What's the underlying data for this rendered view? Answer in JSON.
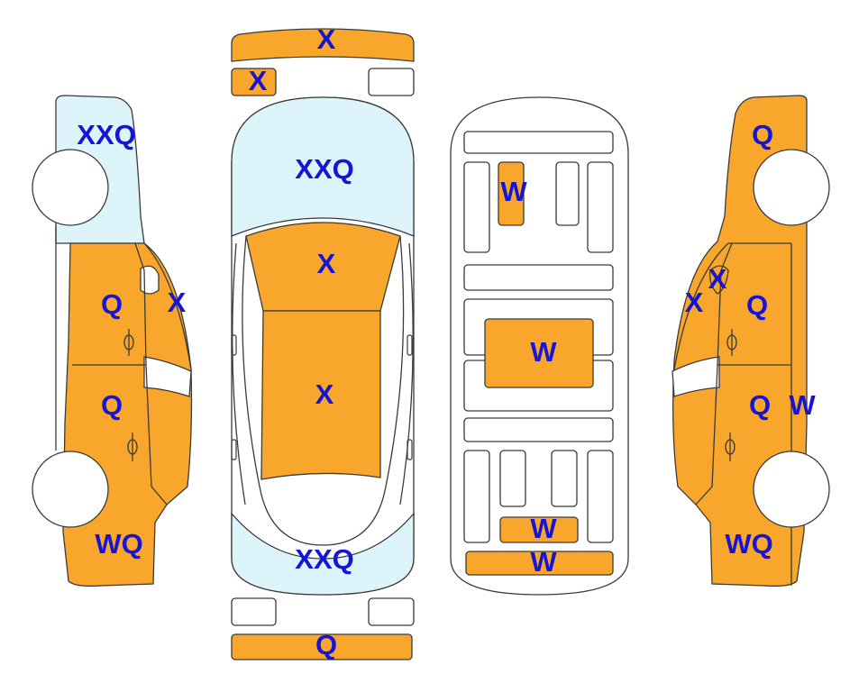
{
  "colors": {
    "damaged": "#F9A62D",
    "glass": "#DDF4FB",
    "outline": "#3a3a3a",
    "label": "#1515D6",
    "plain": "#ffffff"
  },
  "marks": {
    "front_bumper": "X",
    "headlamp_left": "X",
    "windshield": "XXQ",
    "hood_top": "X",
    "roof": "X",
    "rear_glass": "XXQ",
    "rear_bumper": "Q",
    "left_glass": "XXQ",
    "left_pillar": "X",
    "left_front_door": "Q",
    "left_rear_door": "Q",
    "left_quarter": "WQ",
    "floor_front": "W",
    "floor_middle": "W",
    "floor_rear_member": "W",
    "floor_rear_panel": "W",
    "right_front_fender": "Q",
    "right_pillar_upper": "X",
    "right_pillar_lower": "X",
    "right_front_door": "Q",
    "right_rear_door": "Q",
    "right_rear_side": "W",
    "right_quarter": "WQ"
  }
}
